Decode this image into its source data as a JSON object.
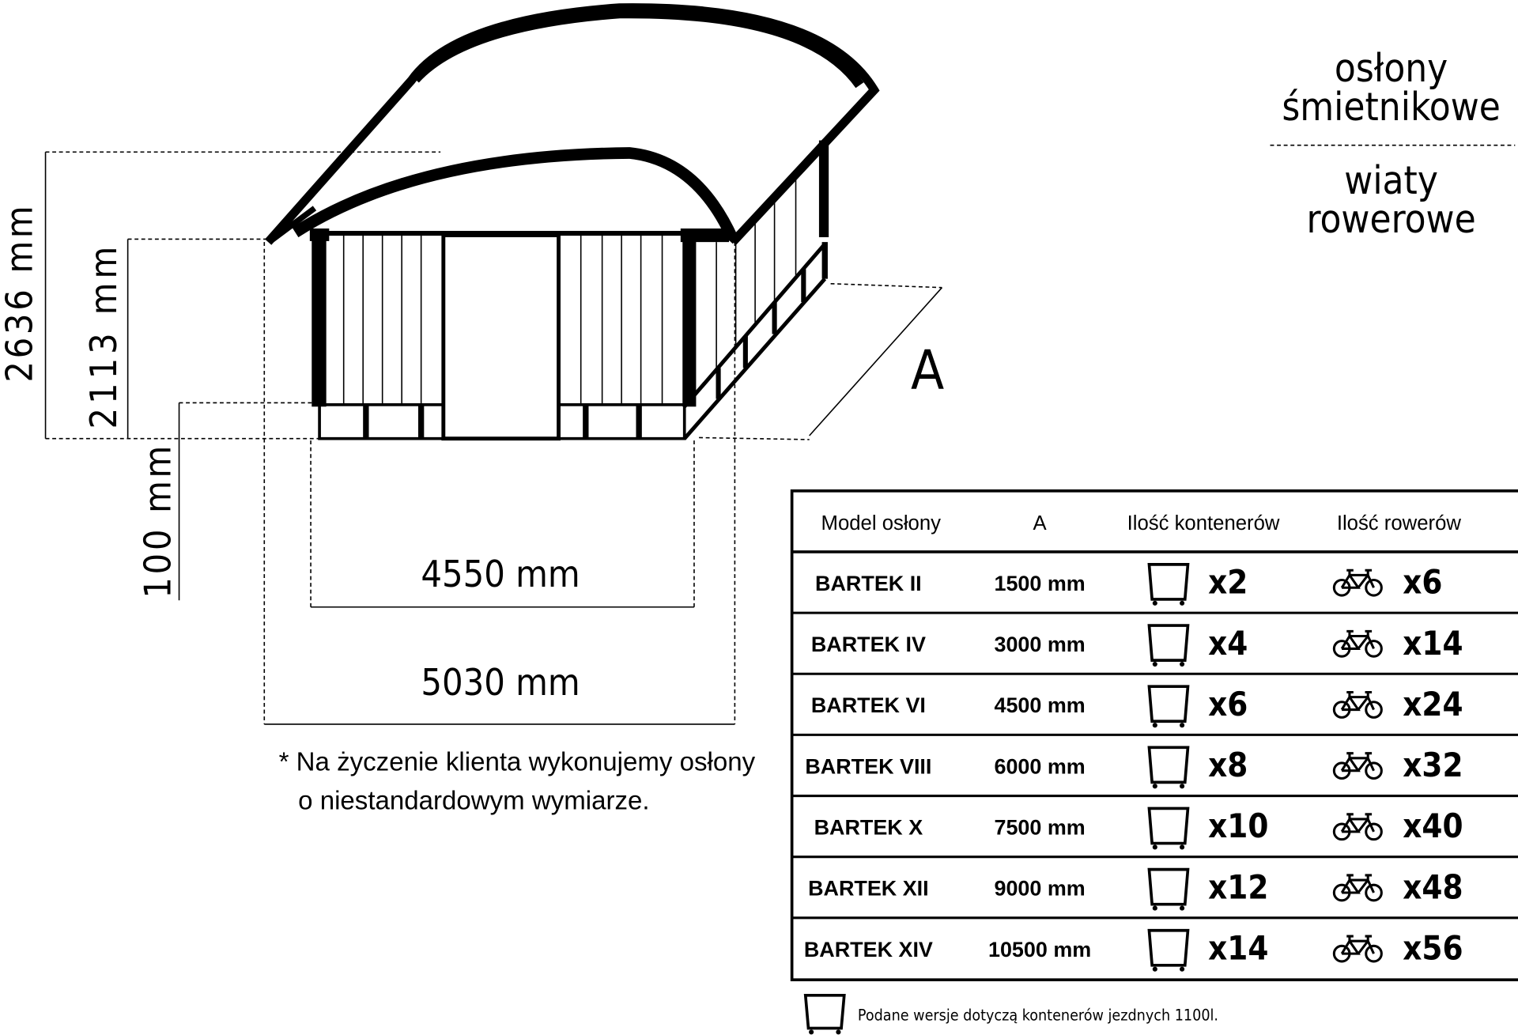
{
  "title": {
    "line1": "osłony",
    "line2": "śmietnikowe",
    "line3": "wiaty",
    "line4": "rowerowe"
  },
  "dimensions": {
    "total_height": "2636 mm",
    "wall_height": "2113 mm",
    "base_height": "100 mm",
    "inner_width": "4550 mm",
    "outer_width": "5030 mm",
    "depth_label": "A"
  },
  "note": {
    "line1": "* Na życzenie klienta wykonujemy osłony",
    "line2": "o niestandardowym wymiarze."
  },
  "table": {
    "headers": [
      "Model osłony",
      "A",
      "Ilość kontenerów",
      "Ilość rowerów"
    ],
    "rows": [
      {
        "model": "BARTEK II",
        "a": "1500 mm",
        "containers": "x2",
        "bikes": "x6"
      },
      {
        "model": "BARTEK IV",
        "a": "3000 mm",
        "containers": "x4",
        "bikes": "x14"
      },
      {
        "model": "BARTEK VI",
        "a": "4500 mm",
        "containers": "x6",
        "bikes": "x24"
      },
      {
        "model": "BARTEK VIII",
        "a": "6000 mm",
        "containers": "x8",
        "bikes": "x32"
      },
      {
        "model": "BARTEK X",
        "a": "7500 mm",
        "containers": "x10",
        "bikes": "x40"
      },
      {
        "model": "BARTEK XII",
        "a": "9000 mm",
        "containers": "x12",
        "bikes": "x48"
      },
      {
        "model": "BARTEK XIV",
        "a": "10500 mm",
        "containers": "x14",
        "bikes": "x56"
      }
    ]
  },
  "footnote": "Podane wersje dotyczą kontenerów jezdnych 1100l.",
  "icons": {
    "container": "wheeled-bin-icon",
    "bike": "bicycle-icon"
  }
}
